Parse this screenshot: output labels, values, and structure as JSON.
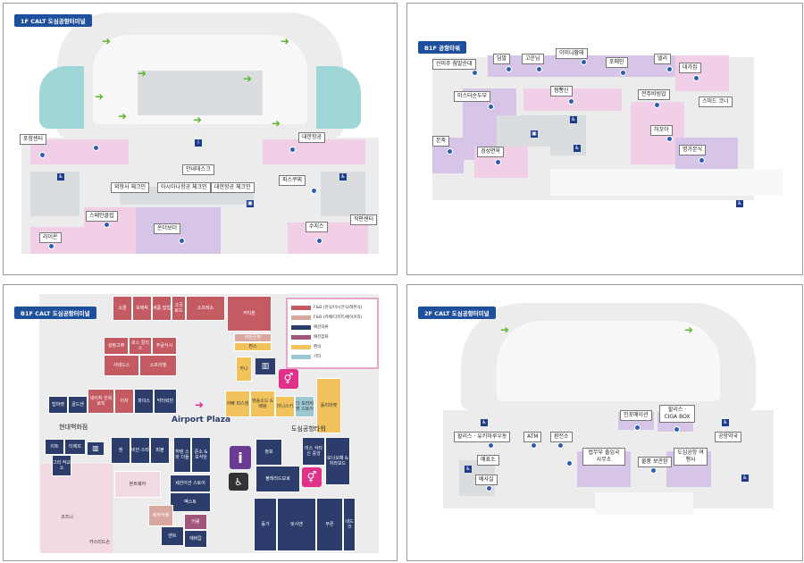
{
  "panels": {
    "p1": {
      "title": "1F CALT 도심공항터미널",
      "labels": {
        "info_center": "포함센터",
        "korean_air": "대한항공",
        "info_desk": "안내데스크",
        "ship_checkin": "외항사 체크인",
        "asiana_checkin": "아시아나항공 체크인",
        "ka_checkin": "대한항공 체크인",
        "foreign_buffet": "스페인클럽",
        "lotteria": "라이온",
        "ondabori": "온더보더",
        "pascucci": "파스쿠찌",
        "sujis": "수지스",
        "roofcenter": "직판센터"
      }
    },
    "p2": {
      "title": "B1F 공항타워",
      "labels": {
        "shinsegae": "신미주 참발순대",
        "dalmi": "딤말",
        "gobong": "고운님",
        "emmatea": "이미니황태",
        "pomein": "포메인",
        "deli": "델리",
        "dagajip": "대가집",
        "starcorner": "스피드 코너",
        "mistersobu": "미스터순두부",
        "jamppong": "짬뽕신",
        "jeonju": "전주비빔밥",
        "hakoya": "하꼬야",
        "bonjuk": "본죽",
        "gyeongseong": "경성면옥",
        "myeongga": "명가본식"
      }
    },
    "p3": {
      "title": "B1F CALT 도심공항터미널",
      "legend": {
        "fb1": "F&B (한식/아시안식/레몬식)",
        "fb2": "F&B (카페/디저트/베이커리)",
        "fashion1": "패션의류",
        "fashion2": "패션잡화",
        "convenience": "편의",
        "cafe": "기타"
      },
      "cells": {
        "c1": "쇼콜",
        "c2": "보배픽",
        "c3": "세품 팝업",
        "c4": "고국 로드",
        "c5": "소프레소",
        "c6": "카티분",
        "c7": "하번군번",
        "c8": "펀스",
        "c9": "설랑고쁘",
        "c10": "호스 컬리스",
        "c11": "푸굴식시",
        "c12": "사데드스",
        "c13": "소프라행",
        "c14": "카니",
        "c15": "탑마켓",
        "c16": "골드센",
        "c17": "네이처 진희로직",
        "c18": "이자",
        "c19": "파이스",
        "c20": "닥터락반",
        "c21": "아빠 피스쌈",
        "c22": "엣송소드 & 베링",
        "c23": "미니스키",
        "c24": "더 포라자켓 스토어",
        "c25": "홀리마켓",
        "c26": "이트",
        "c27": "그리 작교소",
        "c28": "티에프",
        "c29": "엔",
        "c30": "비안 스타",
        "c31": "피볼",
        "c32": "허텐 스와 더들",
        "c33": "준소 & 모식당",
        "c34": "본트웨어",
        "c35": "세한어션 스토어",
        "c36": "벡스토",
        "c37": "베라카페",
        "c38": "어람",
        "c39": "에버캅",
        "c40": "맨트",
        "c41": "정포",
        "c42": "불레러드보로",
        "c43": "미스 식타 신 중앙",
        "c44": "모나오페 & 차라모드",
        "c45": "홀가",
        "c46": "릿사엔",
        "c47": "무른",
        "c48": "네드크",
        "c49": "코즈니",
        "c50": "카스티드손"
      },
      "hyundai": "현대백화점",
      "plaza": "Airport Plaza",
      "tower": "도심공항타워",
      "info_icon": "i"
    },
    "p4": {
      "title": "2F CALT 도심공항터미널",
      "labels": {
        "infodesk": "인포메이션",
        "hollys": "할리스 · CIGA BOX",
        "hollys2": "할리스 · 유키마루우동",
        "atm": "ATM",
        "exchange": "환전소",
        "immigration": "법무부 출입국 사무소",
        "baggage": "물품 보관함",
        "city_travel": "도심공항 여행사",
        "office": "공항약국",
        "ticket": "매표소",
        "lounge": "베사실"
      }
    }
  },
  "colors": {
    "badge": "#1e4f9c",
    "pink_zone": "#f1cfe6",
    "lavender_zone": "#d6c5e6",
    "pin": "#2c5fb0",
    "arrow": "#5cb82f"
  }
}
